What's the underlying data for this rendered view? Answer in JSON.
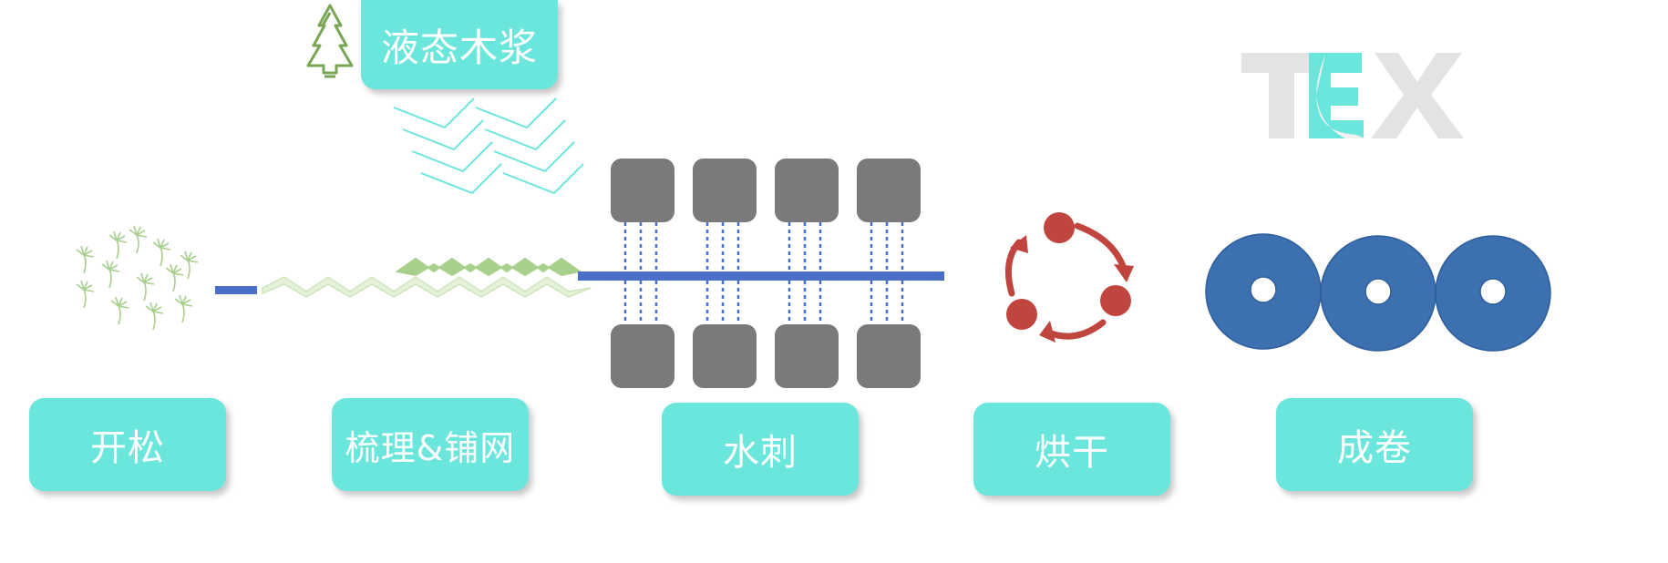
{
  "pulp_label": "液态木浆",
  "steps": [
    {
      "label": "开松",
      "icon": "dandelion-seeds-icon"
    },
    {
      "label": "梳理&铺网",
      "icon": "zigzag-web-icon"
    },
    {
      "label": "水刺",
      "icon": "hydroentangling-rollers-icon"
    },
    {
      "label": "烘干",
      "icon": "cycle-arrows-icon"
    },
    {
      "label": "成卷",
      "icon": "fabric-rolls-icon"
    }
  ],
  "logo": {
    "text": "TEX",
    "icon": "tex-logo-icon"
  },
  "colors": {
    "box": "#6be6dc",
    "box_text": "#ffffff",
    "accent_blue": "#4a6fc7",
    "roll_blue": "#3d70b0",
    "roller_gray": "#7a7a7a",
    "dry_red": "#c0453f",
    "green": "#a8cf8c",
    "teal": "#6be6dc",
    "logo_gray": "#e3e3e3"
  }
}
